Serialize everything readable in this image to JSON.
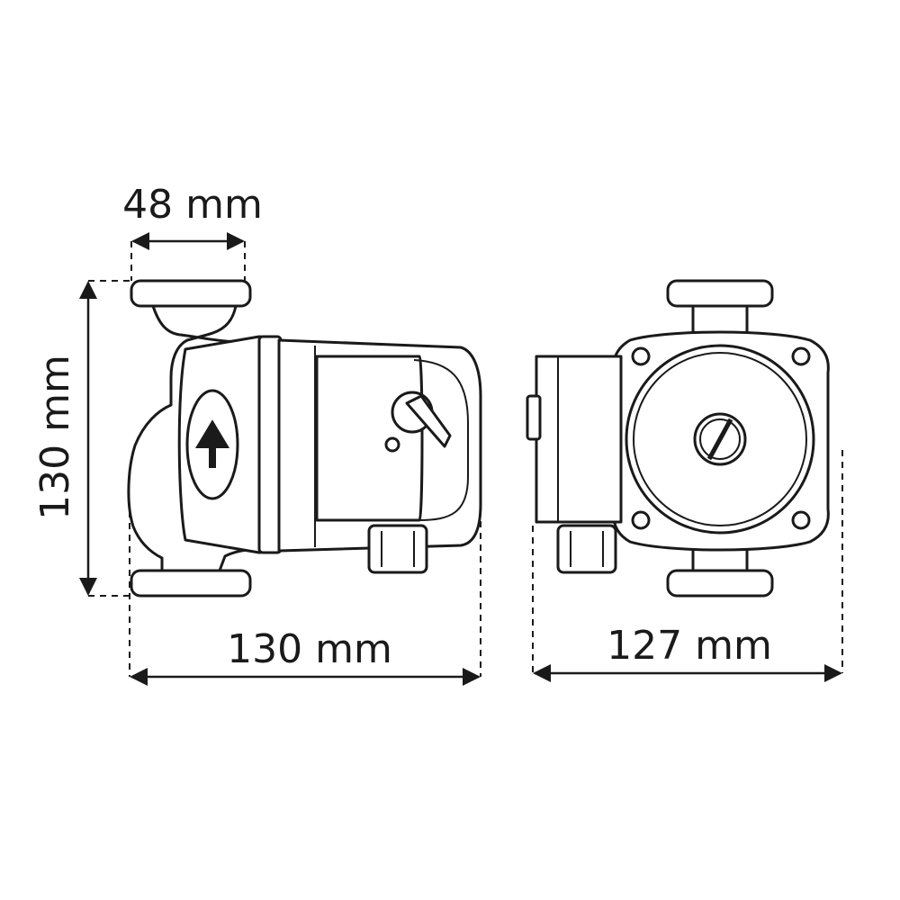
{
  "dimensions": {
    "top_width": "48 mm",
    "height": "130 mm",
    "side_length": "130 mm",
    "front_width": "127 mm"
  },
  "colors": {
    "line": "#1a1a1a",
    "background": "#ffffff"
  }
}
